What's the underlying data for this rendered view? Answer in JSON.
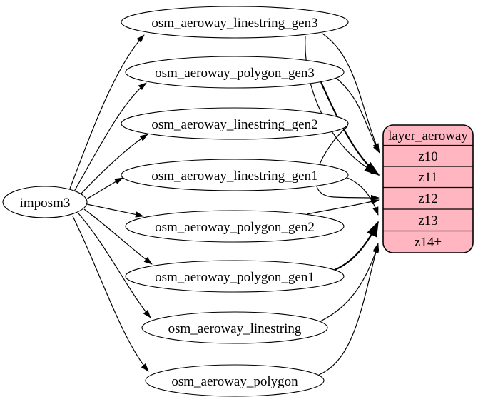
{
  "diagram": {
    "type": "graphviz-etl-graph",
    "background": "#ffffff",
    "edge_color": "#000000",
    "source_node": {
      "label": "imposm3",
      "fill": "#ffffff",
      "stroke": "#000000"
    },
    "tables": [
      {
        "label": "osm_aeroway_linestring_gen3"
      },
      {
        "label": "osm_aeroway_polygon_gen3"
      },
      {
        "label": "osm_aeroway_linestring_gen2"
      },
      {
        "label": "osm_aeroway_linestring_gen1"
      },
      {
        "label": "osm_aeroway_polygon_gen2"
      },
      {
        "label": "osm_aeroway_polygon_gen1"
      },
      {
        "label": "osm_aeroway_linestring"
      },
      {
        "label": "osm_aeroway_polygon"
      }
    ],
    "layer_node": {
      "title": "layer_aeroway",
      "rows": [
        "z10",
        "z11",
        "z12",
        "z13",
        "z14+"
      ],
      "fill": "#ffb6c1",
      "stroke": "#000000"
    },
    "edges": {
      "from_source": [
        "osm_aeroway_linestring_gen3",
        "osm_aeroway_polygon_gen3",
        "osm_aeroway_linestring_gen2",
        "osm_aeroway_linestring_gen1",
        "osm_aeroway_polygon_gen2",
        "osm_aeroway_polygon_gen1",
        "osm_aeroway_linestring",
        "osm_aeroway_polygon"
      ],
      "to_layer": [
        {
          "from": "osm_aeroway_linestring_gen3",
          "to": "z10"
        },
        {
          "from": "osm_aeroway_polygon_gen3",
          "to": "z10"
        },
        {
          "from": "osm_aeroway_linestring_gen3",
          "to": "z11"
        },
        {
          "from": "osm_aeroway_polygon_gen3",
          "to": "z11"
        },
        {
          "from": "osm_aeroway_linestring_gen2",
          "to": "z12"
        },
        {
          "from": "osm_aeroway_polygon_gen2",
          "to": "z12"
        },
        {
          "from": "osm_aeroway_linestring_gen1",
          "to": "z13"
        },
        {
          "from": "osm_aeroway_polygon_gen1",
          "to": "z13"
        },
        {
          "from": "osm_aeroway_linestring",
          "to": "z14+"
        },
        {
          "from": "osm_aeroway_polygon",
          "to": "z14+"
        }
      ]
    }
  }
}
